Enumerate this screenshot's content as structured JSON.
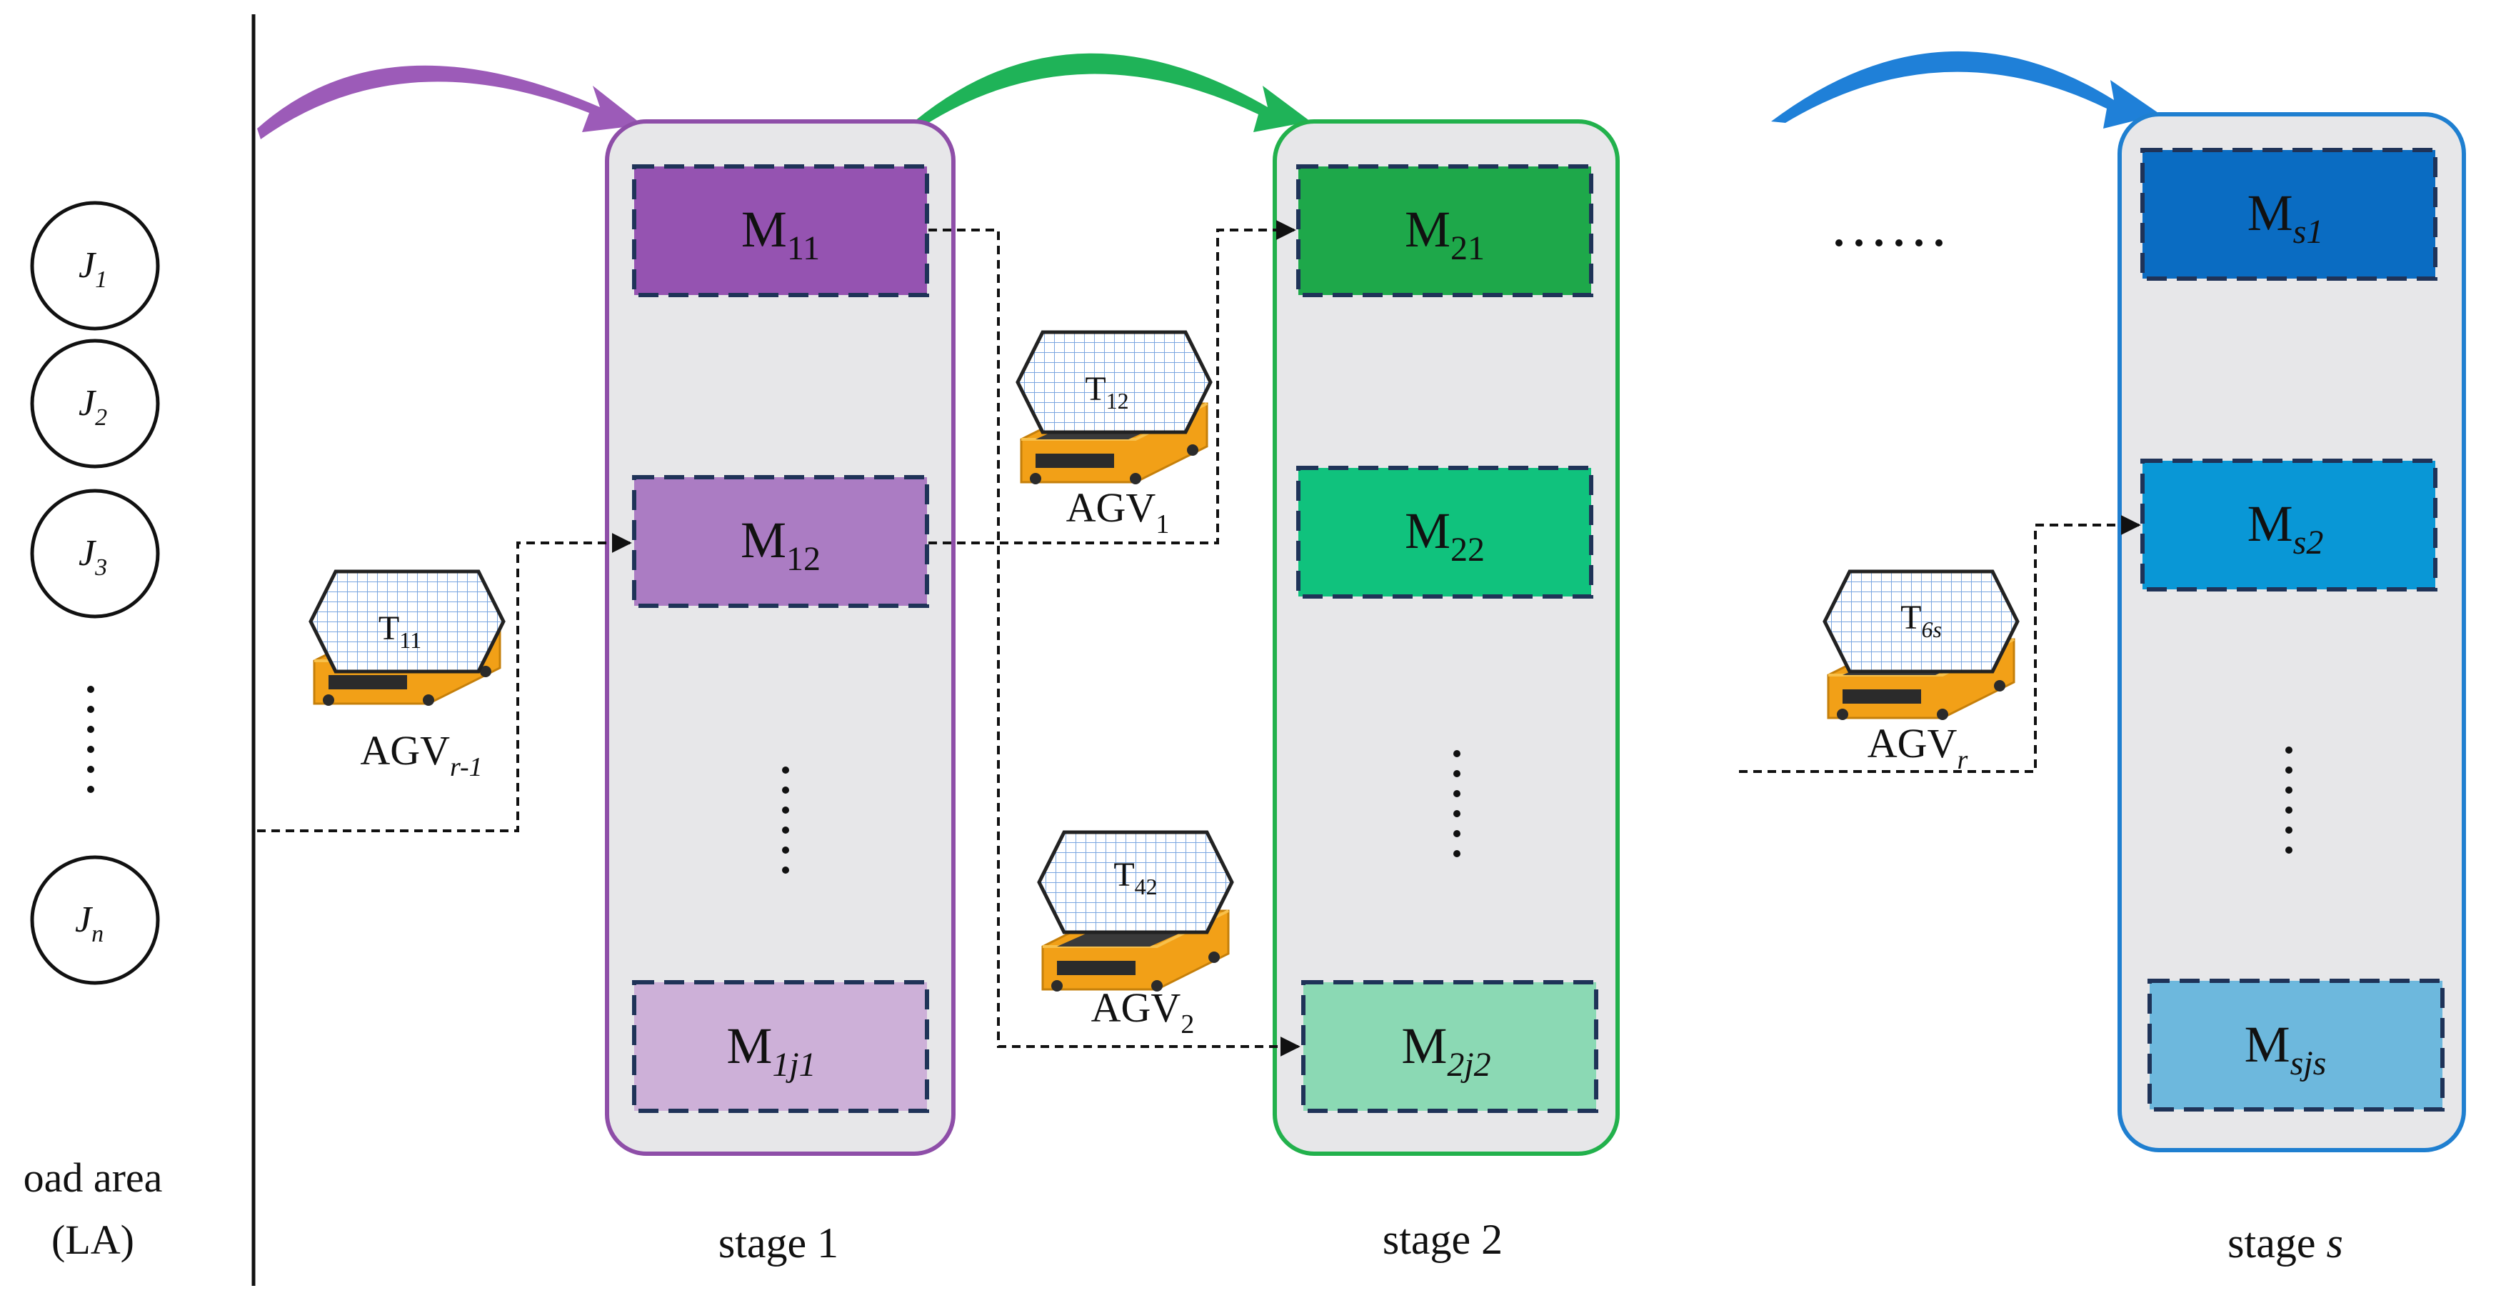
{
  "colors": {
    "stage1": "#8e4ea8",
    "stage2": "#22b14c",
    "stage_s": "#1f7fd0",
    "stage_fill": "#e7e7e9",
    "machine_border": "#1f3358",
    "agv_body": "#f2a017"
  },
  "load_area": {
    "line1": "oad area",
    "line2": "(LA)"
  },
  "jobs": [
    {
      "main": "J",
      "sub": "1"
    },
    {
      "main": "J",
      "sub": "2"
    },
    {
      "main": "J",
      "sub": "3"
    },
    {
      "main": "J",
      "sub": "n"
    }
  ],
  "stages": [
    {
      "label": "stage 1",
      "machines": [
        {
          "main": "M",
          "sub": "11",
          "fill": "#9553b1"
        },
        {
          "main": "M",
          "sub": "12",
          "fill": "#ab7cc3"
        },
        {
          "main": "M",
          "sub": "1j1",
          "fill": "#cdb0d8"
        }
      ]
    },
    {
      "label": "stage 2",
      "machines": [
        {
          "main": "M",
          "sub": "21",
          "fill": "#1ea84a"
        },
        {
          "main": "M",
          "sub": "22",
          "fill": "#10c27d"
        },
        {
          "main": "M",
          "sub": "2j2",
          "fill": "#8bd9b4"
        }
      ]
    },
    {
      "label_main": "stage ",
      "label_italic": "s",
      "machines": [
        {
          "main": "M",
          "sub": "s1",
          "fill": "#0a6cc2"
        },
        {
          "main": "M",
          "sub": "s2",
          "fill": "#0997d6"
        },
        {
          "main": "M",
          "sub": "sjs",
          "fill": "#6db8dd"
        }
      ]
    }
  ],
  "agvs": [
    {
      "task_main": "T",
      "task_sub": "11",
      "label_main": "AGV",
      "label_sub": "r-1"
    },
    {
      "task_main": "T",
      "task_sub": "12",
      "label_main": "AGV",
      "label_sub": "1"
    },
    {
      "task_main": "T",
      "task_sub": "42",
      "label_main": "AGV",
      "label_sub": "2"
    },
    {
      "task_main": "T",
      "task_sub": "6s",
      "label_main": "AGV",
      "label_sub": "r"
    }
  ]
}
